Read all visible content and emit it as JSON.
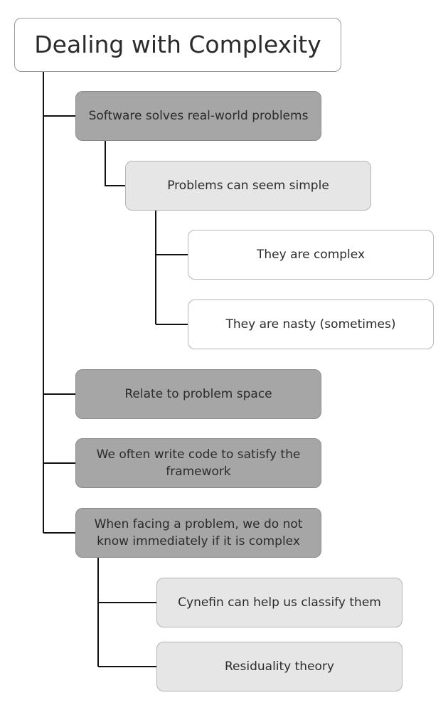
{
  "title": "Dealing with Complexity",
  "nodes": {
    "software_solves": "Software solves real-world problems",
    "seem_simple": "Problems can seem simple",
    "complex": "They are complex",
    "nasty": "They are nasty (sometimes)",
    "relate": "Relate to problem space",
    "framework": "We often write code to satisfy the framework",
    "facing_problem": "When facing a problem, we do not know immediately if it is complex",
    "cynefin": "Cynefin can help us classify them",
    "residuality": "Residuality theory"
  },
  "colors": {
    "level1_fill": "#a6a6a6",
    "level2_fill": "#e6e6e6",
    "level3_fill": "#ffffff",
    "connector": "#111111"
  }
}
